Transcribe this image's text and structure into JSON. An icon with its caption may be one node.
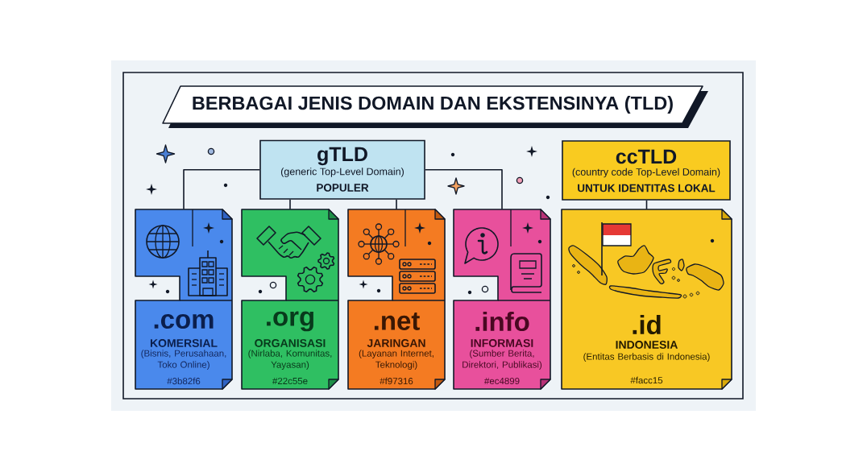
{
  "diagram": {
    "title": "BERBAGAI JENIS DOMAIN DAN EKSTENSINYA (TLD)",
    "nodes": [
      {
        "text": [
          "gTLD",
          "(generic Top-Level Domain)",
          "POPULER"
        ]
      },
      {
        "text": [
          ".com",
          "KOMERSIAL",
          "(Bisnis, Perusahaan, Toko Online)",
          "#3b82f6"
        ]
      },
      {
        "text": [
          ".org",
          "ORGANISASI",
          "(Nirlaba, Komunitas, Yayasan)",
          "#22c55e"
        ]
      },
      {
        "text": [
          ".net",
          "JARINGAN",
          "(Layanan Internet, Teknologi)",
          "#f97316"
        ]
      },
      {
        "text": [
          ".info",
          "INFORMASI",
          "(Sumber Berita, Direktori, Publikasi)",
          "#ec4899"
        ]
      },
      {
        "text": [
          "ccTLD",
          "(country code Top-Level Domain)",
          "UNTUK IDENTITAS LOKAL"
        ]
      },
      {
        "text": [
          ".id",
          "INDONESIA",
          "(Entitas Berbasis di Indonesia)",
          "#facc15"
        ]
      }
    ],
    "edges": [
      {
        "from": 0,
        "to": 1,
        "arrow": "none"
      },
      {
        "from": 0,
        "to": 2,
        "arrow": "none"
      },
      {
        "from": 0,
        "to": 3,
        "arrow": "none"
      },
      {
        "from": 0,
        "to": 4,
        "arrow": "none"
      },
      {
        "from": 5,
        "to": 6,
        "arrow": "none"
      }
    ]
  }
}
